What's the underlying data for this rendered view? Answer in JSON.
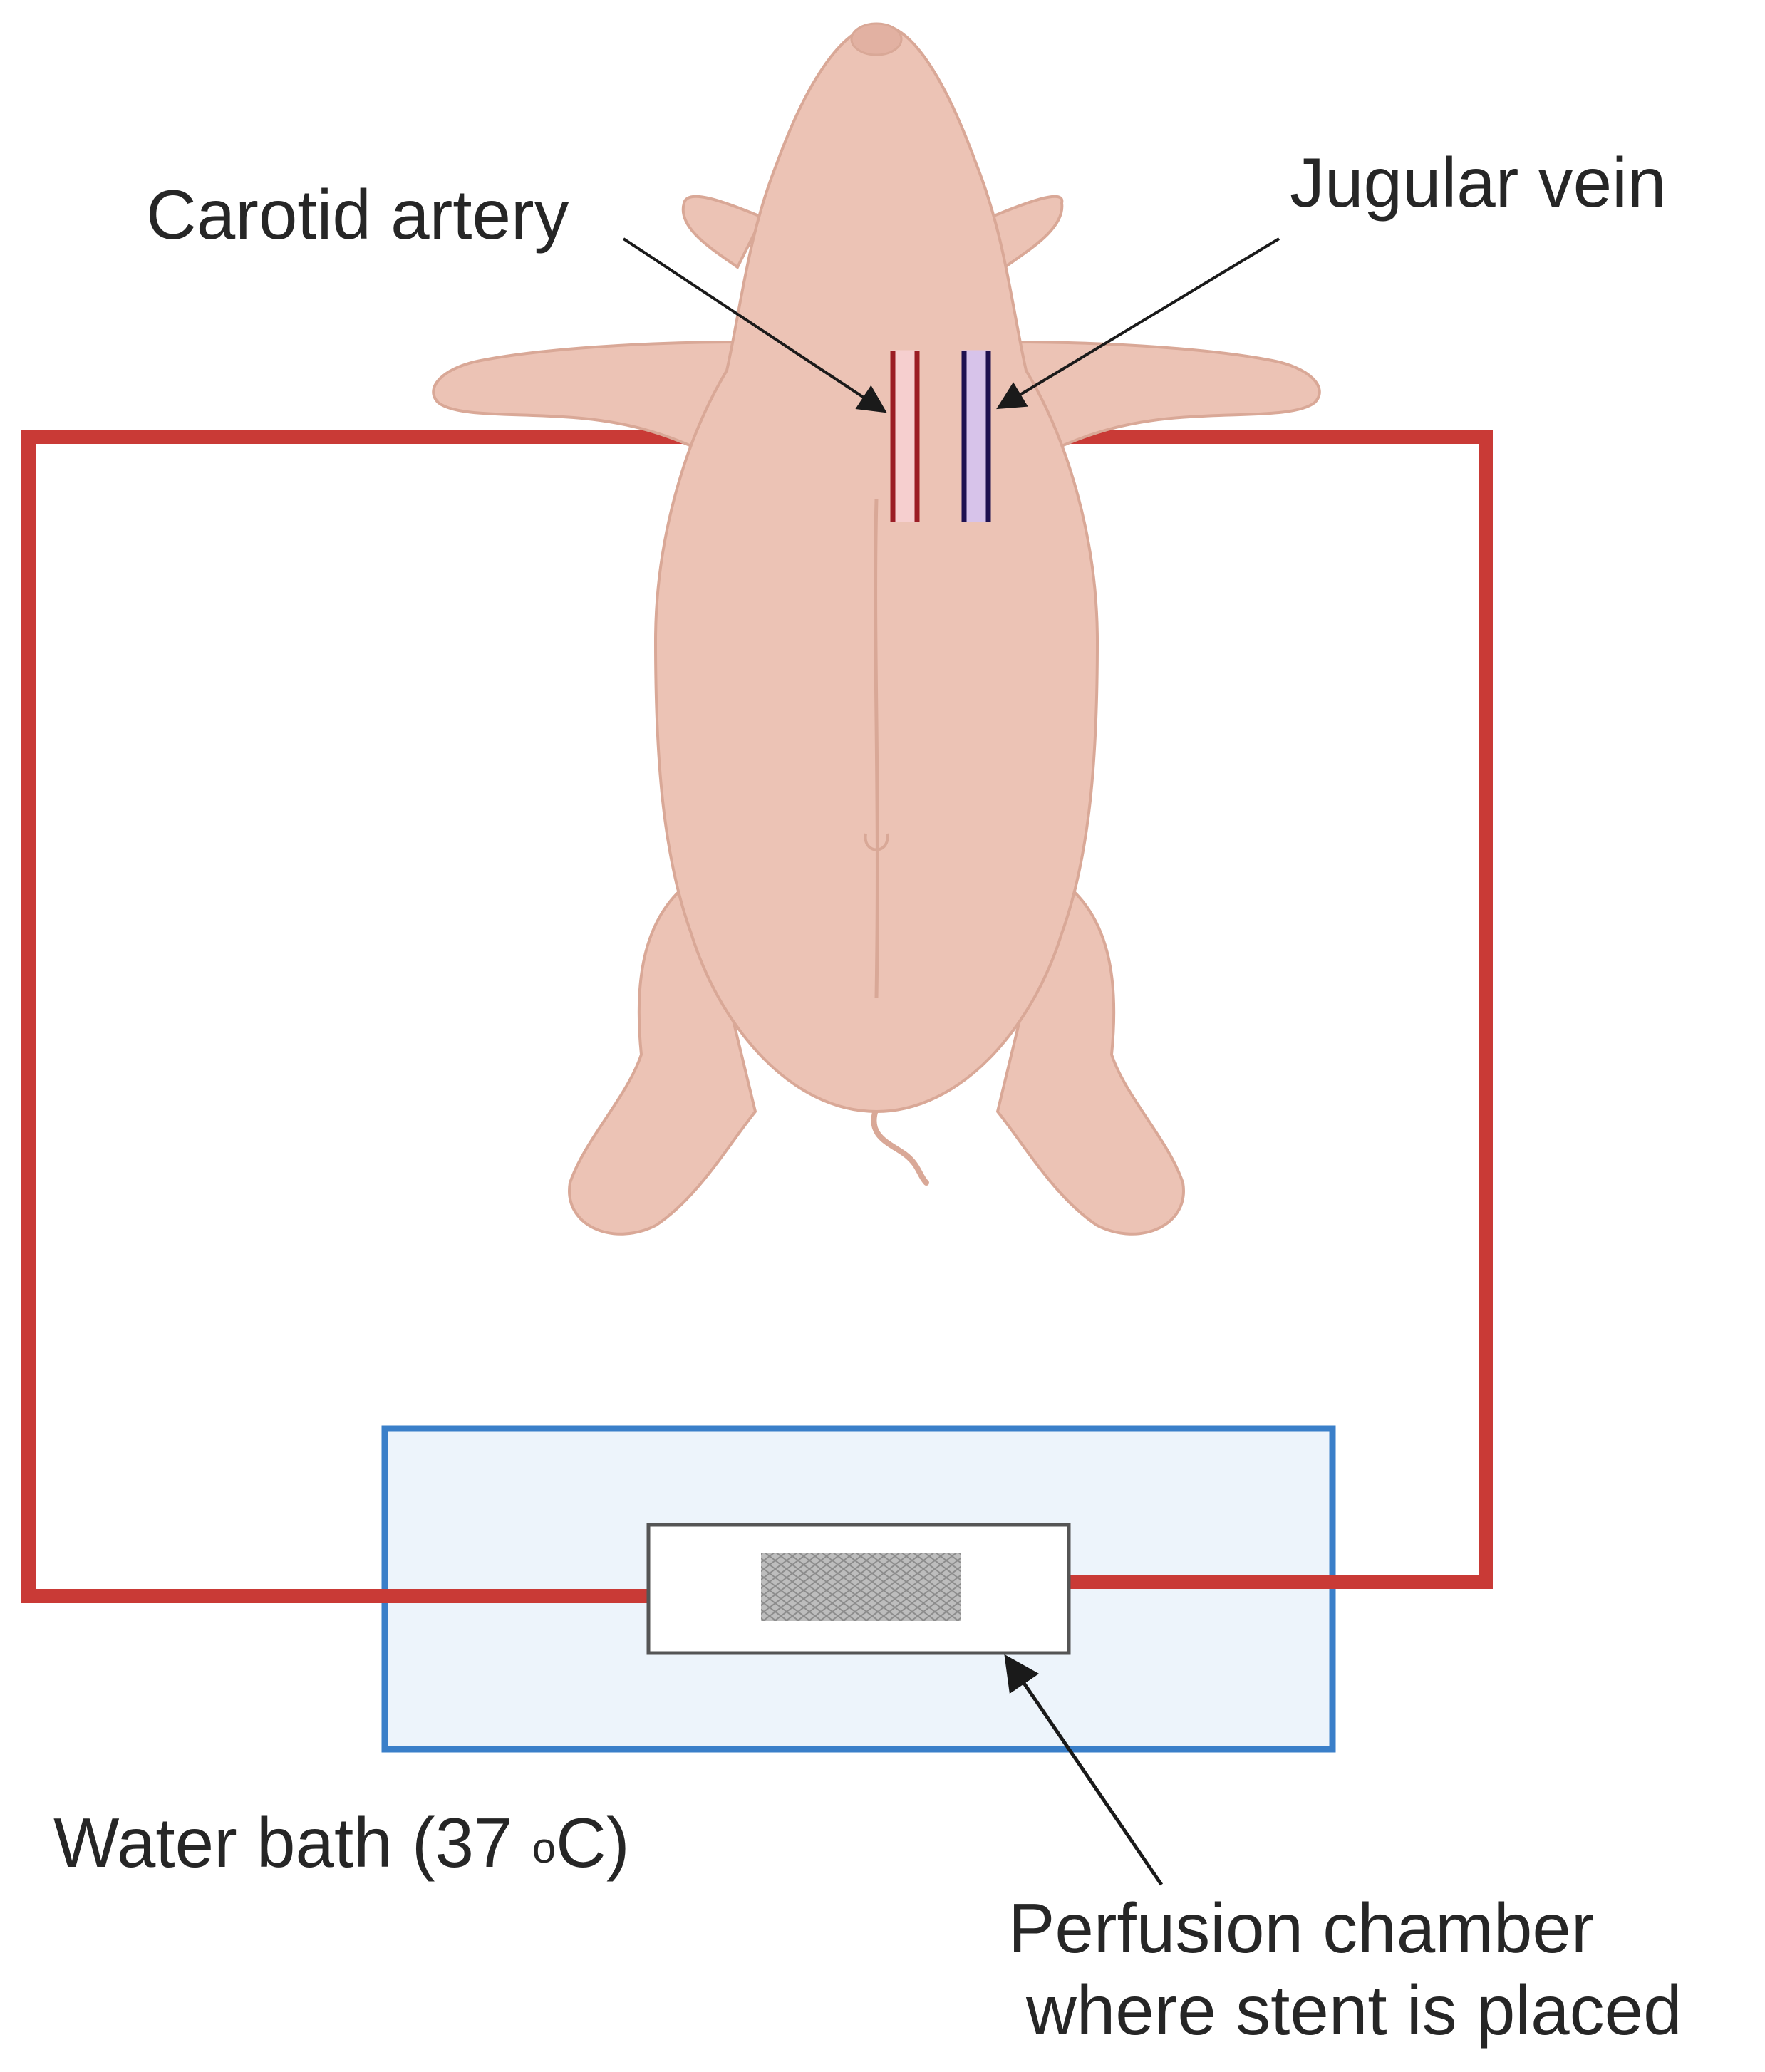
{
  "labels": {
    "carotid_artery": "Carotid artery",
    "jugular_vein": "Jugular vein",
    "water_bath_prefix": "Water bath (37 ",
    "water_bath_degree": "o",
    "water_bath_suffix": "C)",
    "perfusion_line1": "Perfusion chamber",
    "perfusion_line2": "where stent is placed"
  },
  "colors": {
    "tubing": "#c93a36",
    "water_bath_border": "#3a7fc9",
    "water_bath_fill": "#edf4fb",
    "pig_body": "#ecc3b5",
    "pig_shade": "#d9a897",
    "artery_fill": "#f6cfcf",
    "artery_line": "#9b1c24",
    "vein_fill": "#d7c3ea",
    "vein_line": "#1e1050",
    "arrow": "#1a1a1a",
    "chamber_border": "#555555",
    "stent_mesh": "#a8a8a8",
    "text": "#262626"
  },
  "icons": [
    "pig-illustration",
    "stent-mesh-icon"
  ]
}
